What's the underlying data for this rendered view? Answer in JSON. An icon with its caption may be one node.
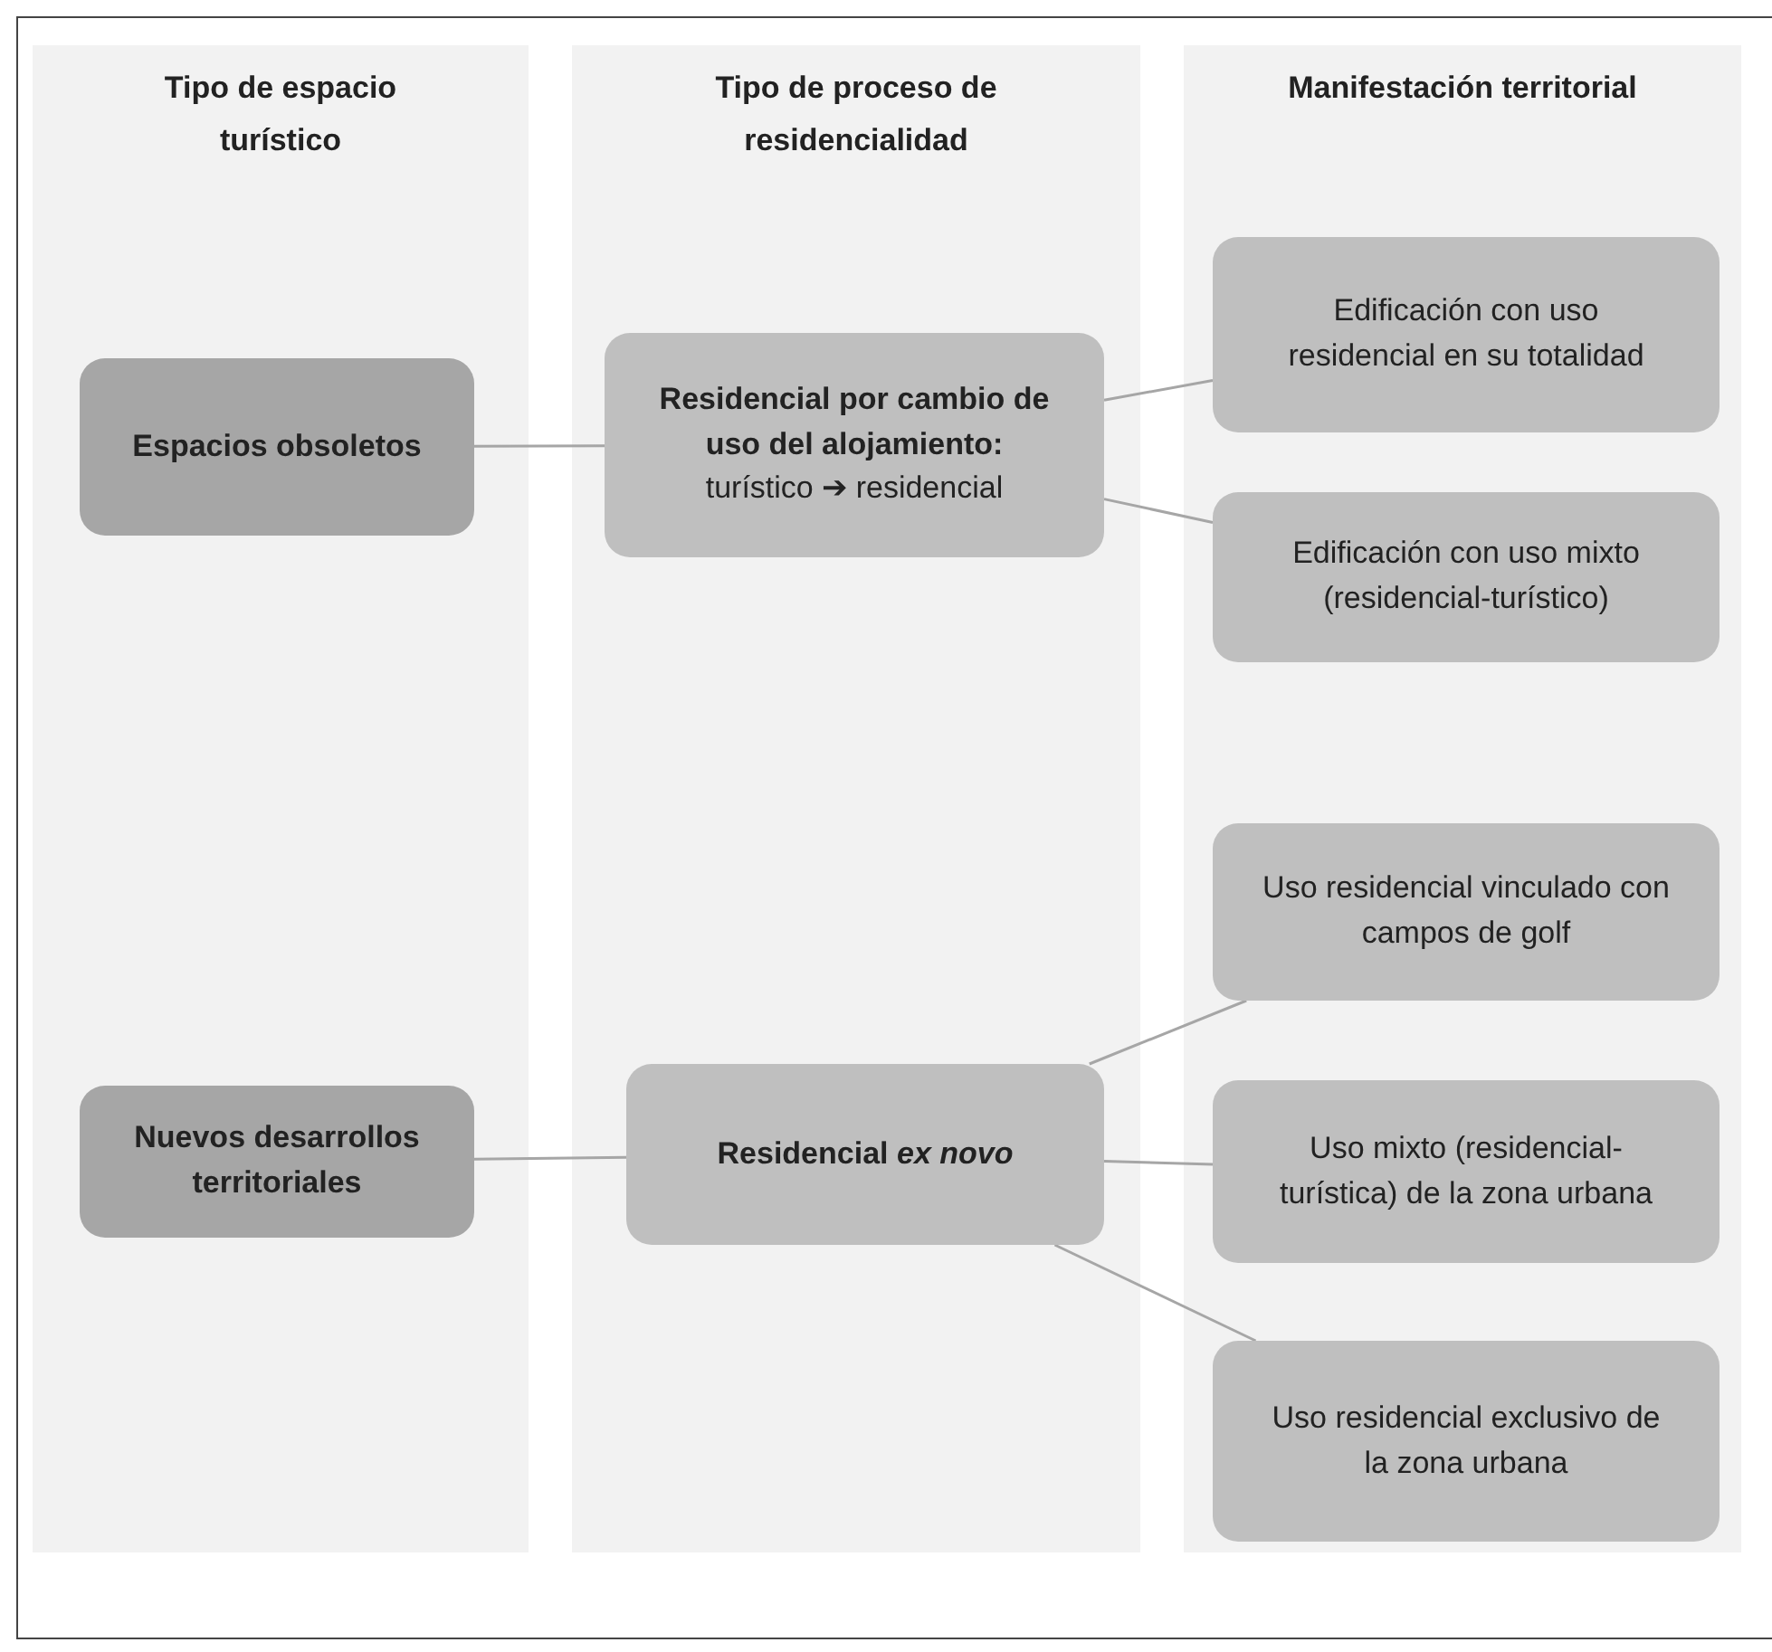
{
  "diagram": {
    "nodes": [
      {
        "text": [
          "Tipo de espacio turístico"
        ]
      },
      {
        "text": [
          "Tipo de proceso de residencialidad"
        ]
      },
      {
        "text": [
          "Manifestación territorial"
        ]
      },
      {
        "text": [
          "Espacios obsoletos"
        ],
        "in": 0
      },
      {
        "text": [
          "Nuevos desarrollos territoriales"
        ],
        "in": 0
      },
      {
        "text": [
          "Residencial por cambio de uso del alojamiento:",
          "turístico ➔ residencial"
        ],
        "in": 1
      },
      {
        "text": [
          "Residencial *ex novo*"
        ],
        "in": 1
      },
      {
        "text": [
          "Edificación con uso residencial en su totalidad"
        ],
        "in": 2
      },
      {
        "text": [
          "Edificación con uso mixto (residencial-turístico)"
        ],
        "in": 2
      },
      {
        "text": [
          "Uso residencial vinculado con campos de golf"
        ],
        "in": 2
      },
      {
        "text": [
          "Uso mixto (residencial-turística) de la zona urbana"
        ],
        "in": 2
      },
      {
        "text": [
          "Uso residencial exclusivo de la zona urbana"
        ],
        "in": 2
      }
    ],
    "edges": [
      {
        "from": 3,
        "to": 5,
        "arrow": "none"
      },
      {
        "from": 5,
        "to": 7,
        "arrow": "none"
      },
      {
        "from": 5,
        "to": 8,
        "arrow": "none"
      },
      {
        "from": 4,
        "to": 6,
        "arrow": "none"
      },
      {
        "from": 6,
        "to": 9,
        "arrow": "none"
      },
      {
        "from": 6,
        "to": 10,
        "arrow": "none"
      },
      {
        "from": 6,
        "to": 11,
        "arrow": "none"
      }
    ]
  }
}
